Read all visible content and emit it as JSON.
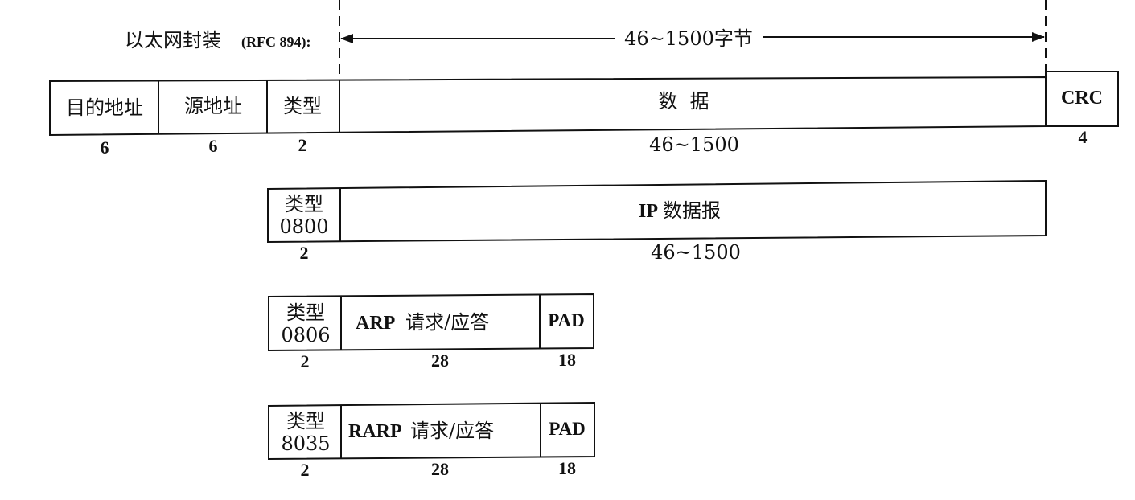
{
  "header": {
    "caption_cn": "以太网封装",
    "caption_rfc": "(RFC 894):",
    "span_label": "46~1500字节"
  },
  "frame": {
    "fields": {
      "dst": "目的地址",
      "src": "源地址",
      "type": "类型",
      "data": "数  据",
      "crc": "CRC"
    },
    "sizes": {
      "dst": "6",
      "src": "6",
      "type": "2",
      "data": "46~1500",
      "crc": "4"
    }
  },
  "ip": {
    "type_label": "类型",
    "type_code": "0800",
    "payload_prefix": "IP",
    "payload_label": "数据报",
    "type_size": "2",
    "payload_size": "46~1500"
  },
  "arp": {
    "type_label": "类型",
    "type_code": "0806",
    "payload_prefix": "ARP",
    "payload_label": "请求/应答",
    "pad": "PAD",
    "type_size": "2",
    "payload_size": "28",
    "pad_size": "18"
  },
  "rarp": {
    "type_label": "类型",
    "type_code": "8035",
    "payload_prefix": "RARP",
    "payload_label": "请求/应答",
    "pad": "PAD",
    "type_size": "2",
    "payload_size": "28",
    "pad_size": "18"
  }
}
